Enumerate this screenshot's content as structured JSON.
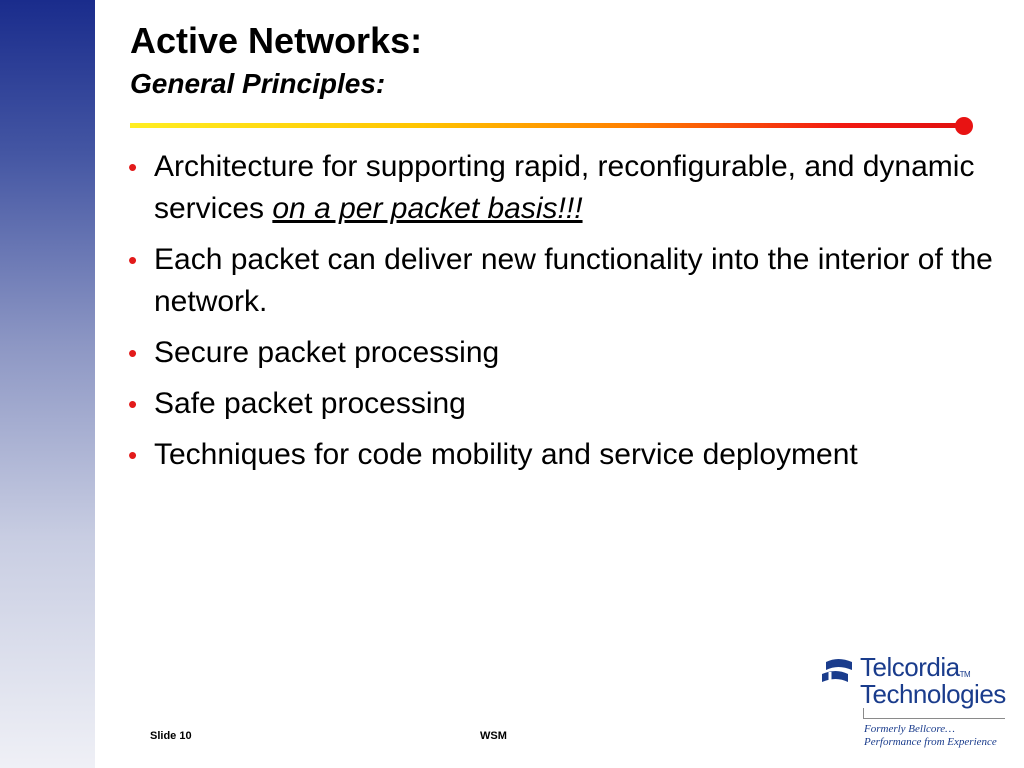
{
  "slide": {
    "title": "Active Networks:",
    "subtitle": "General Principles:",
    "bullet_marker": "•",
    "bullets": [
      {
        "text": "Architecture for supporting rapid, reconfigurable, and dynamic services ",
        "emphasis": "on a per packet basis!!!"
      },
      {
        "text": "Each packet can deliver new functionality into the interior of the network."
      },
      {
        "text": "Secure packet processing"
      },
      {
        "text": "Safe packet processing"
      },
      {
        "text": "Techniques for code mobility and service deployment"
      }
    ]
  },
  "footer": {
    "slide_number": "Slide 10",
    "author": "WSM"
  },
  "logo": {
    "name_line1": "Telcordia",
    "trademark": "TM",
    "name_line2": "Technologies",
    "tagline1": "Formerly Bellcore…",
    "tagline2": "Performance from Experience"
  },
  "colors": {
    "side_band_top": "#1a2c8c",
    "bullet_marker": "#e21a1a",
    "rule_start": "#ffee22",
    "rule_end": "#e01010",
    "logo_blue": "#1a3c8c"
  }
}
